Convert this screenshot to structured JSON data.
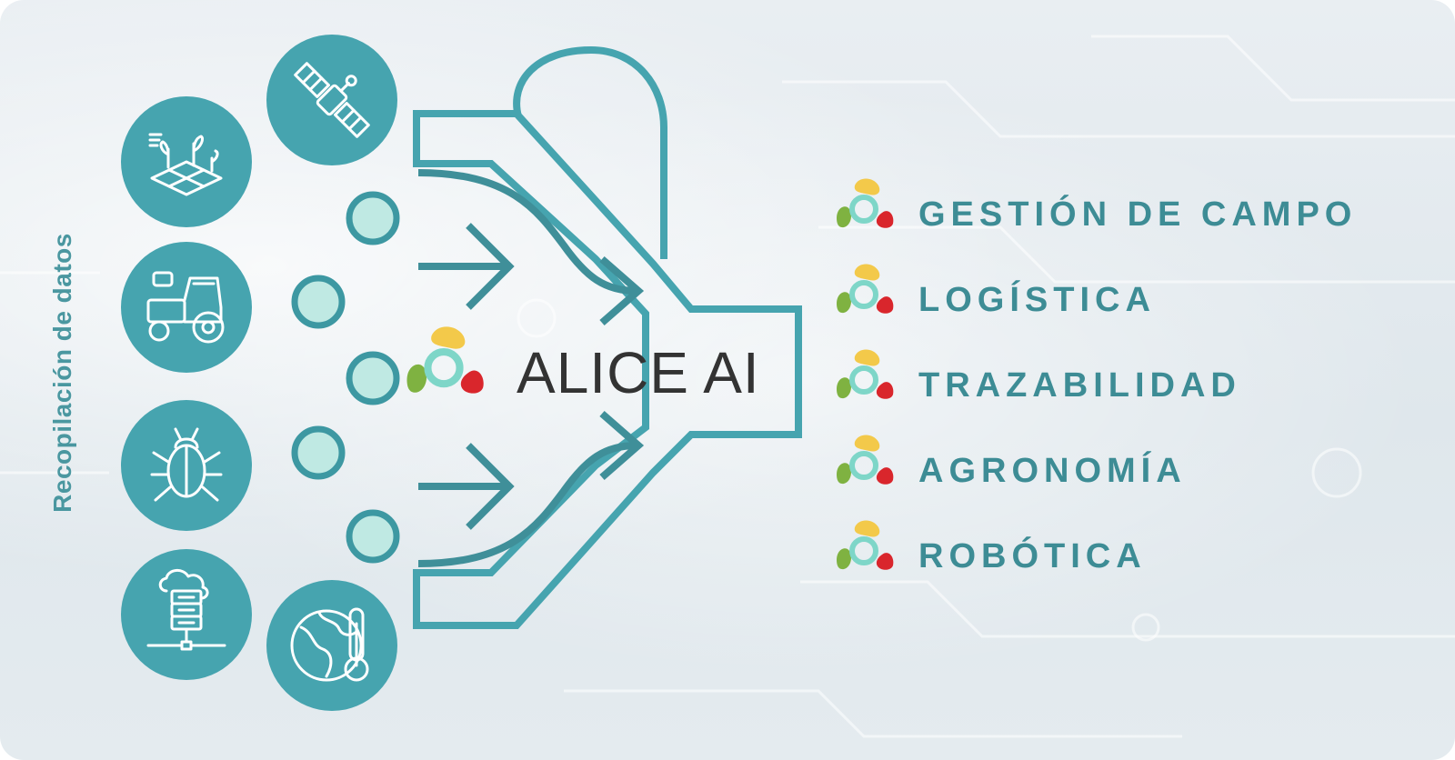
{
  "side_label": "Recopilación de datos",
  "center": {
    "title": "ALICE AI",
    "logo": "alice-ai-logo"
  },
  "sources": [
    {
      "icon": "satellite-icon"
    },
    {
      "icon": "smart-farming-field-icon"
    },
    {
      "icon": "tractor-icon"
    },
    {
      "icon": "bug-icon"
    },
    {
      "icon": "cloud-server-icon"
    },
    {
      "icon": "globe-thermometer-icon"
    }
  ],
  "outputs": [
    {
      "label": "GESTIÓN DE CAMPO"
    },
    {
      "label": "LOGÍSTICA"
    },
    {
      "label": "TRAZABILIDAD"
    },
    {
      "label": "AGRONOMÍA"
    },
    {
      "label": "ROBÓTICA"
    }
  ],
  "colors": {
    "teal": "#46a4af",
    "teal_dark": "#3d8c95",
    "dot_fill": "#bfe9e3",
    "logo_yellow": "#f3c94a",
    "logo_green": "#7fb241",
    "logo_red": "#d9262c",
    "logo_ring": "#7ed6c8"
  }
}
